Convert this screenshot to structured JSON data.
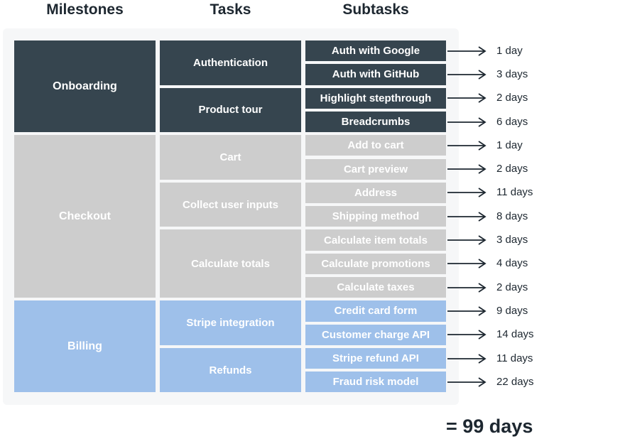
{
  "headers": {
    "milestones": "Milestones",
    "tasks": "Tasks",
    "subtasks": "Subtasks"
  },
  "colors": {
    "onboarding": "#36454f",
    "checkout": "#cdcdcd",
    "billing": "#9ec0ea",
    "text_dark": "#1d2730",
    "panel": "#f6f7f8"
  },
  "milestones": [
    {
      "name": "Onboarding",
      "color_key": "onboarding"
    },
    {
      "name": "Checkout",
      "color_key": "checkout"
    },
    {
      "name": "Billing",
      "color_key": "billing"
    }
  ],
  "tasks": [
    {
      "name": "Authentication",
      "milestone": "Onboarding"
    },
    {
      "name": "Product tour",
      "milestone": "Onboarding"
    },
    {
      "name": "Cart",
      "milestone": "Checkout"
    },
    {
      "name": "Collect user inputs",
      "milestone": "Checkout"
    },
    {
      "name": "Calculate totals",
      "milestone": "Checkout"
    },
    {
      "name": "Stripe integration",
      "milestone": "Billing"
    },
    {
      "name": "Refunds",
      "milestone": "Billing"
    }
  ],
  "subtasks": [
    {
      "name": "Auth with Google",
      "task": "Authentication",
      "duration": "1 day"
    },
    {
      "name": "Auth with GitHub",
      "task": "Authentication",
      "duration": "3 days"
    },
    {
      "name": "Highlight stepthrough",
      "task": "Product tour",
      "duration": "2 days"
    },
    {
      "name": "Breadcrumbs",
      "task": "Product tour",
      "duration": "6 days"
    },
    {
      "name": "Add to cart",
      "task": "Cart",
      "duration": "1 day"
    },
    {
      "name": "Cart preview",
      "task": "Cart",
      "duration": "2 days"
    },
    {
      "name": "Address",
      "task": "Collect user inputs",
      "duration": "11 days"
    },
    {
      "name": "Shipping method",
      "task": "Collect user inputs",
      "duration": "8 days"
    },
    {
      "name": "Calculate item totals",
      "task": "Calculate totals",
      "duration": "3 days"
    },
    {
      "name": "Calculate promotions",
      "task": "Calculate totals",
      "duration": "4 days"
    },
    {
      "name": "Calculate taxes",
      "task": "Calculate totals",
      "duration": "2 days"
    },
    {
      "name": "Credit card form",
      "task": "Stripe integration",
      "duration": "9 days"
    },
    {
      "name": "Customer charge API",
      "task": "Stripe integration",
      "duration": "14 days"
    },
    {
      "name": "Stripe refund API",
      "task": "Refunds",
      "duration": "11 days"
    },
    {
      "name": "Fraud risk model",
      "task": "Refunds",
      "duration": "22 days"
    }
  ],
  "total": "= 99 days"
}
